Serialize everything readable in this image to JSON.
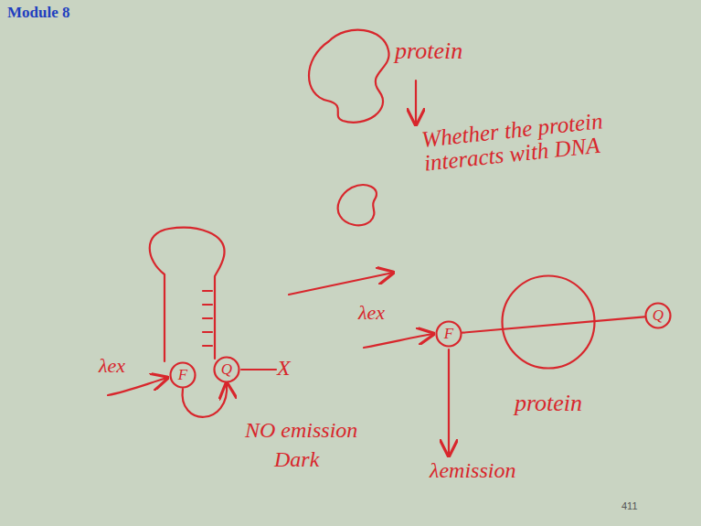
{
  "diagram": {
    "title": "Module 8",
    "nodes": [
      {
        "text": [
          "F"
        ]
      },
      {
        "text": [
          "Q"
        ]
      },
      {
        "text": [
          "F"
        ]
      },
      {
        "text": [
          "protein"
        ]
      },
      {
        "text": [
          "Q"
        ]
      }
    ],
    "edges": [
      {
        "from": 0,
        "to": 1,
        "arrow": "to"
      },
      {
        "from": 2,
        "to": 4,
        "arrow": "none"
      }
    ],
    "labels": [
      "protein",
      "Whether the protein interacts with DNA",
      "λex",
      "X",
      "NO emission",
      "Dark",
      "λex",
      "λemission",
      "411"
    ]
  }
}
